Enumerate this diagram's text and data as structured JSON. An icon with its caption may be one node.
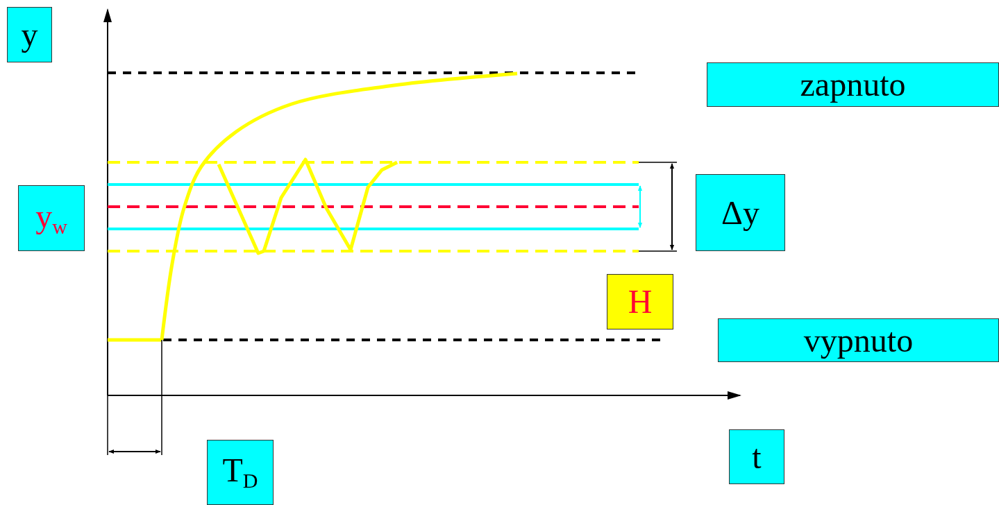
{
  "diagram": {
    "nodes": [
      {
        "text": [
          "y"
        ]
      },
      {
        "text": [
          "zapnuto"
        ]
      },
      {
        "text": [
          "y$_{w}$"
        ]
      },
      {
        "text": [
          "Δy"
        ]
      },
      {
        "text": [
          "H"
        ]
      },
      {
        "text": [
          "vypnuto"
        ]
      },
      {
        "text": [
          "T$_{D}$"
        ]
      },
      {
        "text": [
          "t"
        ]
      }
    ]
  }
}
